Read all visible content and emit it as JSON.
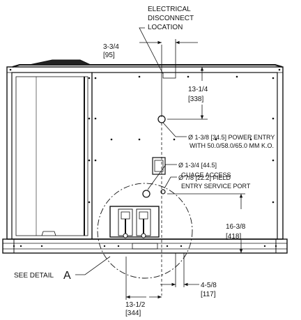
{
  "callouts": {
    "electrical": [
      "ELECTRICAL",
      "DISCONNECT",
      "LOCATION"
    ],
    "power_entry": [
      "Ø 1-3/8 [34.5] POWER ENTRY",
      "WITH 50.0/58.0/65.0 MM K.O."
    ],
    "gauge_access": [
      "Ø 1-3/4 [44.5]",
      "GUAGE ACCESS"
    ],
    "field_entry": [
      "Ø 7/8 [22.2] FIELD",
      "ENTRY SERVICE PORT"
    ],
    "see_detail": "SEE DETAIL",
    "detail_letter": "A"
  },
  "dimensions": {
    "top_offset": [
      "3-3/4",
      "[95]"
    ],
    "right_top": [
      "13-1/4",
      "[338]"
    ],
    "right_mid": [
      "16-3/8",
      "[418]"
    ],
    "bottom_right": [
      "4-5/8",
      "[117]"
    ],
    "bottom_center": [
      "13-1/2",
      "[344]"
    ]
  },
  "colors": {
    "line": "#111111",
    "panel": "#ffffff"
  }
}
